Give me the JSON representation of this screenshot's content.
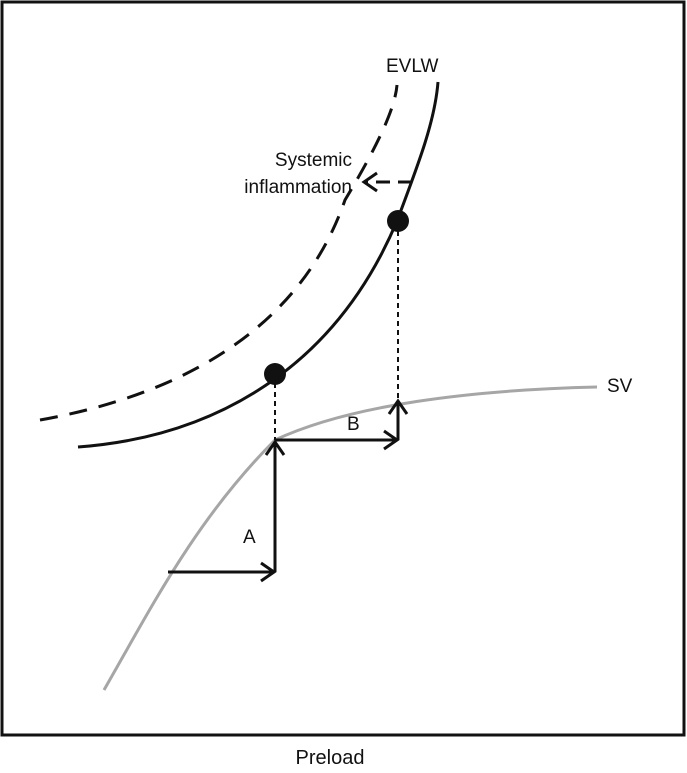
{
  "diagram": {
    "x_axis_label": "Preload",
    "curves": {
      "evlw_label": "EVLW",
      "sv_label": "SV"
    },
    "annotation": {
      "line1": "Systemic",
      "line2": "inflammation"
    },
    "step_labels": {
      "a": "A",
      "b": "B"
    },
    "colors": {
      "frame": "#111111",
      "evlw_curve": "#111111",
      "sv_curve": "#a6a6a6",
      "points": "#111111"
    }
  }
}
